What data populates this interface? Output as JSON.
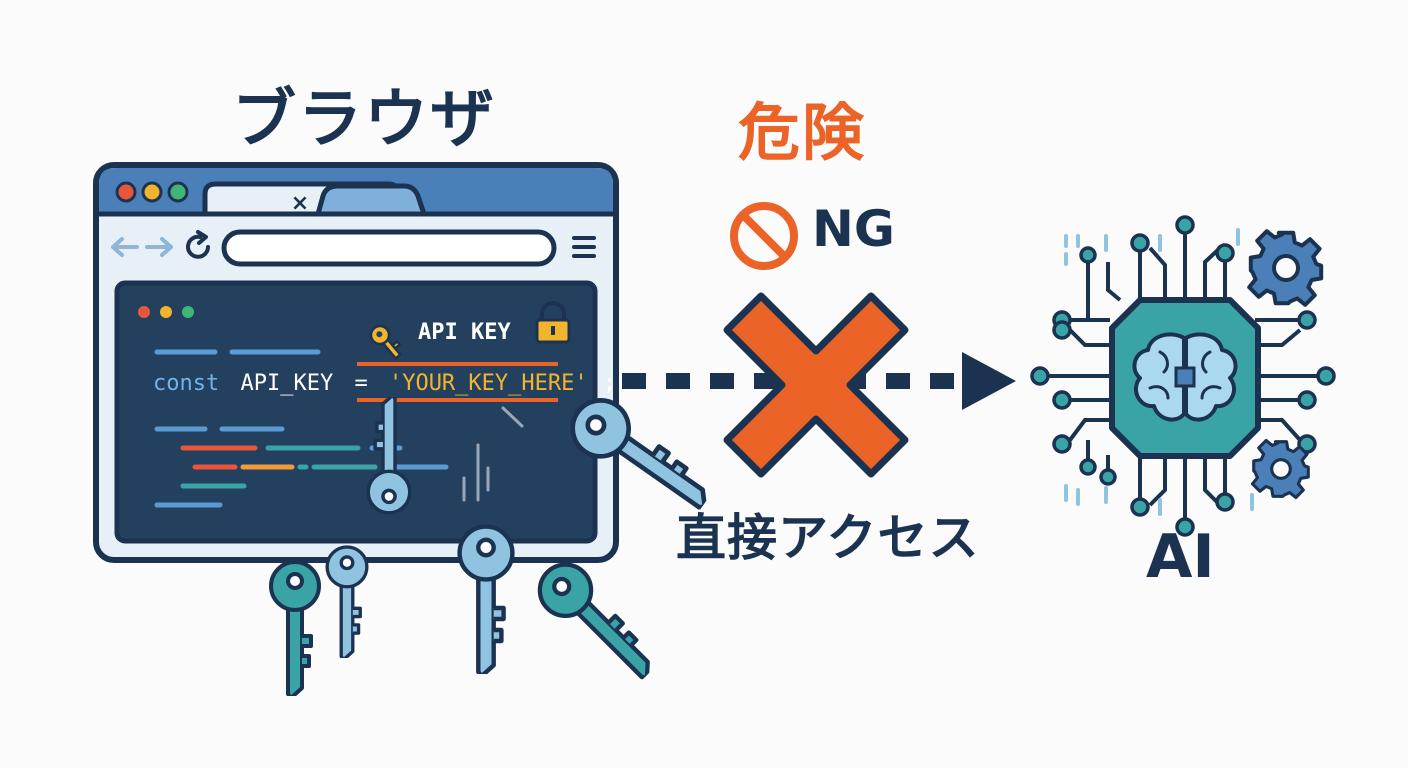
{
  "labels": {
    "browser": "ブラウザ",
    "danger": "危険",
    "ng": "NG",
    "direct_access": "直接アクセス",
    "ai": "AI"
  },
  "browser_window": {
    "tab_close": "×",
    "api_key_badge": "API KEY",
    "code_keyword": "const",
    "code_variable": "API_KEY",
    "code_operator": "=",
    "code_value": "'YOUR_KEY_HERE'",
    "code_terminator": ";"
  },
  "colors": {
    "navy": "#1b3350",
    "danger_orange": "#ec6328",
    "editor_bg": "#24405f",
    "window_frame": "#1b3350",
    "title_bar": "#4b7fb8",
    "teal": "#3aa3a6",
    "light_blue": "#8fc3e0",
    "key_yellow": "#f2b42c"
  },
  "icons": [
    "ban-icon",
    "key-icon",
    "lock-icon",
    "gear-icon",
    "brain-icon",
    "chip-icon",
    "refresh-icon",
    "menu-icon"
  ]
}
